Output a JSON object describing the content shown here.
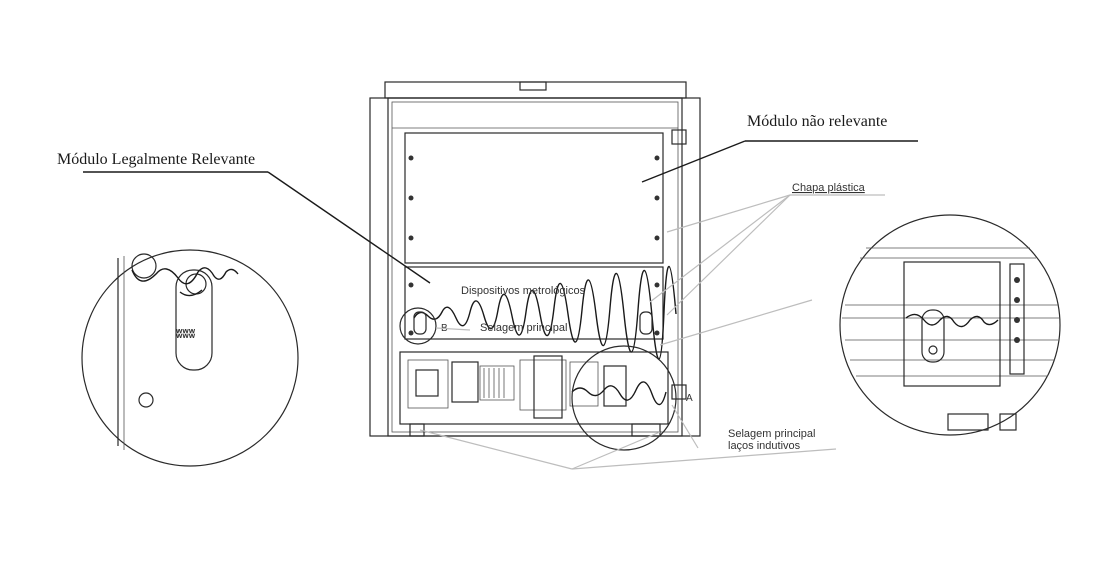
{
  "labels": {
    "legally_relevant_module": "Módulo Legalmente Relevante",
    "non_relevant_module": "Módulo não relevante",
    "plastic_plate": "Chapa plástica",
    "metrological_devices": "Dispositivos metrológicos",
    "main_seal": "Selagem principal",
    "main_seal_bottom_line1": "Selagem principal",
    "main_seal_bottom_line2": "laços indutivos",
    "marker_b": "B",
    "marker_a": "A",
    "seal_mark": "ʬʬʬ"
  },
  "colors": {
    "line": "#2a2a2a",
    "leader": "#bdbdbd",
    "text": "#1a1a1a"
  }
}
